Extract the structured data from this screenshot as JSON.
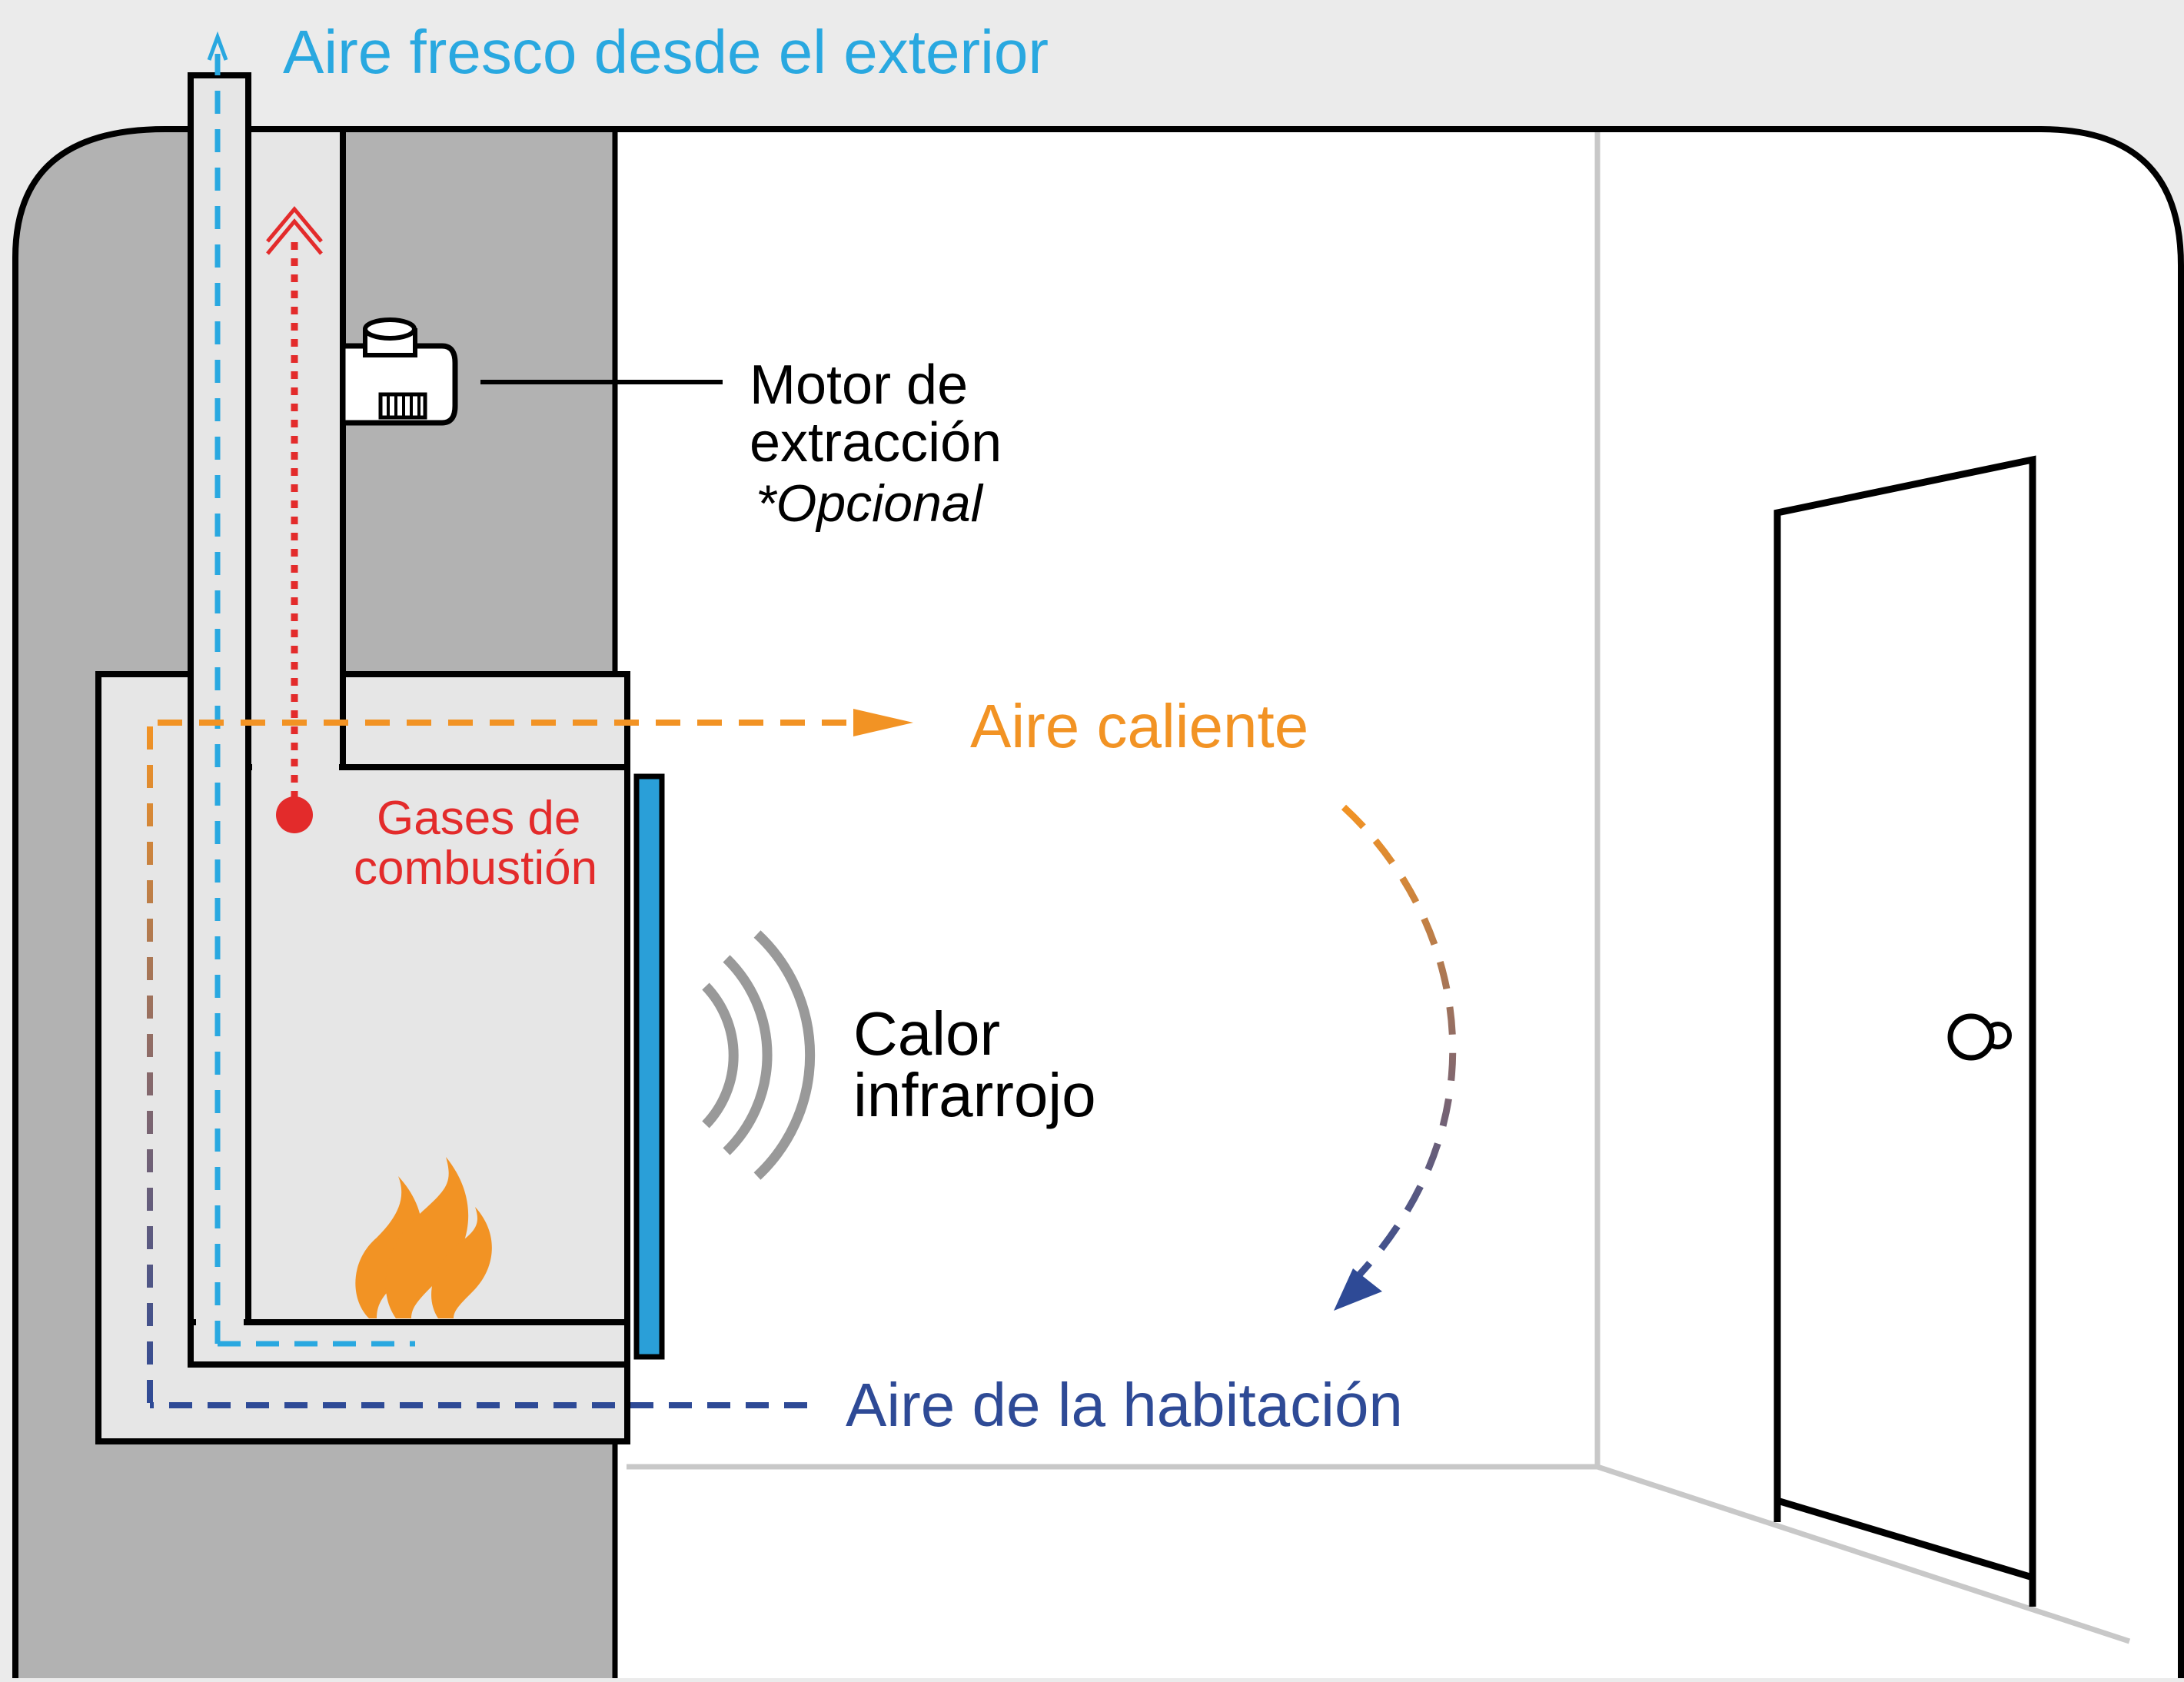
{
  "labels": {
    "fresh_air": "Aire fresco desde el exterior",
    "motor_title_line1": "Motor de",
    "motor_title_line2": "extracción",
    "motor_note": "*Opcional",
    "hot_air": "Aire caliente",
    "gases_line1": "Gases de",
    "gases_line2": "combustión",
    "infrared_line1": "Calor",
    "infrared_line2": "infrarrojo",
    "room_air": "Aire de la habitación"
  },
  "icons": [
    "fan-motor-icon",
    "flame-icon",
    "infrared-waves-icon",
    "door-icon",
    "door-knob-icon"
  ],
  "colors": {
    "fresh_air": "#29a8e0",
    "hot_air": "#f29324",
    "room_air": "#2e4a96",
    "combustion": "#e32b2b",
    "infrared": "#999999",
    "glass": "#2a9fd8",
    "wall": "#b2b2b2",
    "unit": "#e6e6e6",
    "outline": "#000000"
  }
}
